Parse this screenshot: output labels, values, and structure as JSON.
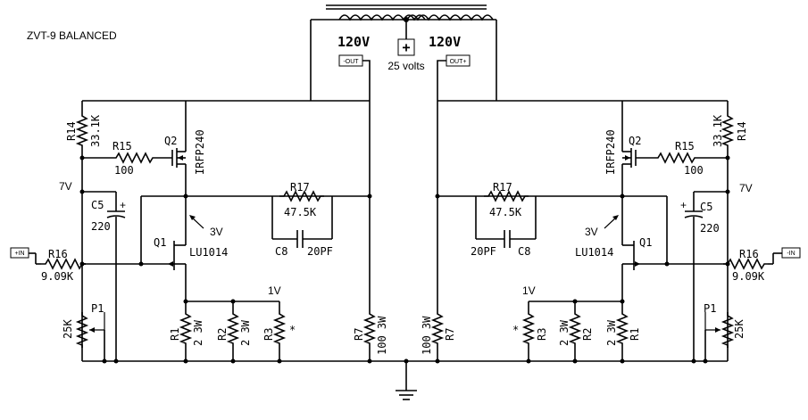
{
  "title": "ZVT-9 BALANCED",
  "transformer": {
    "left_voltage": "120V",
    "right_voltage": "120V",
    "supply_label": "25 volts",
    "plus_symbol": "+"
  },
  "terminals": {
    "out_minus": "-OUT",
    "out_plus": "OUT+",
    "in_plus": "+IN",
    "in_minus": "-IN"
  },
  "components": {
    "R14": {
      "ref": "R14",
      "value": "33.1K"
    },
    "R15": {
      "ref": "R15",
      "value": "100"
    },
    "Q2": {
      "ref": "Q2",
      "part": "IRFP240"
    },
    "C5": {
      "ref": "C5",
      "value": "220",
      "polarity": "+"
    },
    "R17": {
      "ref": "R17",
      "value": "47.5K"
    },
    "C8": {
      "ref": "C8",
      "value": "20PF"
    },
    "Q1": {
      "ref": "Q1",
      "part": "LU1014"
    },
    "R16": {
      "ref": "R16",
      "value": "9.09K"
    },
    "P1": {
      "ref": "P1",
      "value": "25K"
    },
    "R1": {
      "ref": "R1",
      "value": "2 3W"
    },
    "R2": {
      "ref": "R2",
      "value": "2 3W"
    },
    "R3": {
      "ref": "R3",
      "value": "*"
    },
    "R7": {
      "ref": "R7",
      "value": "100 3W"
    }
  },
  "voltages": {
    "rail": "7V",
    "gate": "3V",
    "source": "1V"
  },
  "colors": {
    "ink": "#000000",
    "background": "#ffffff"
  }
}
